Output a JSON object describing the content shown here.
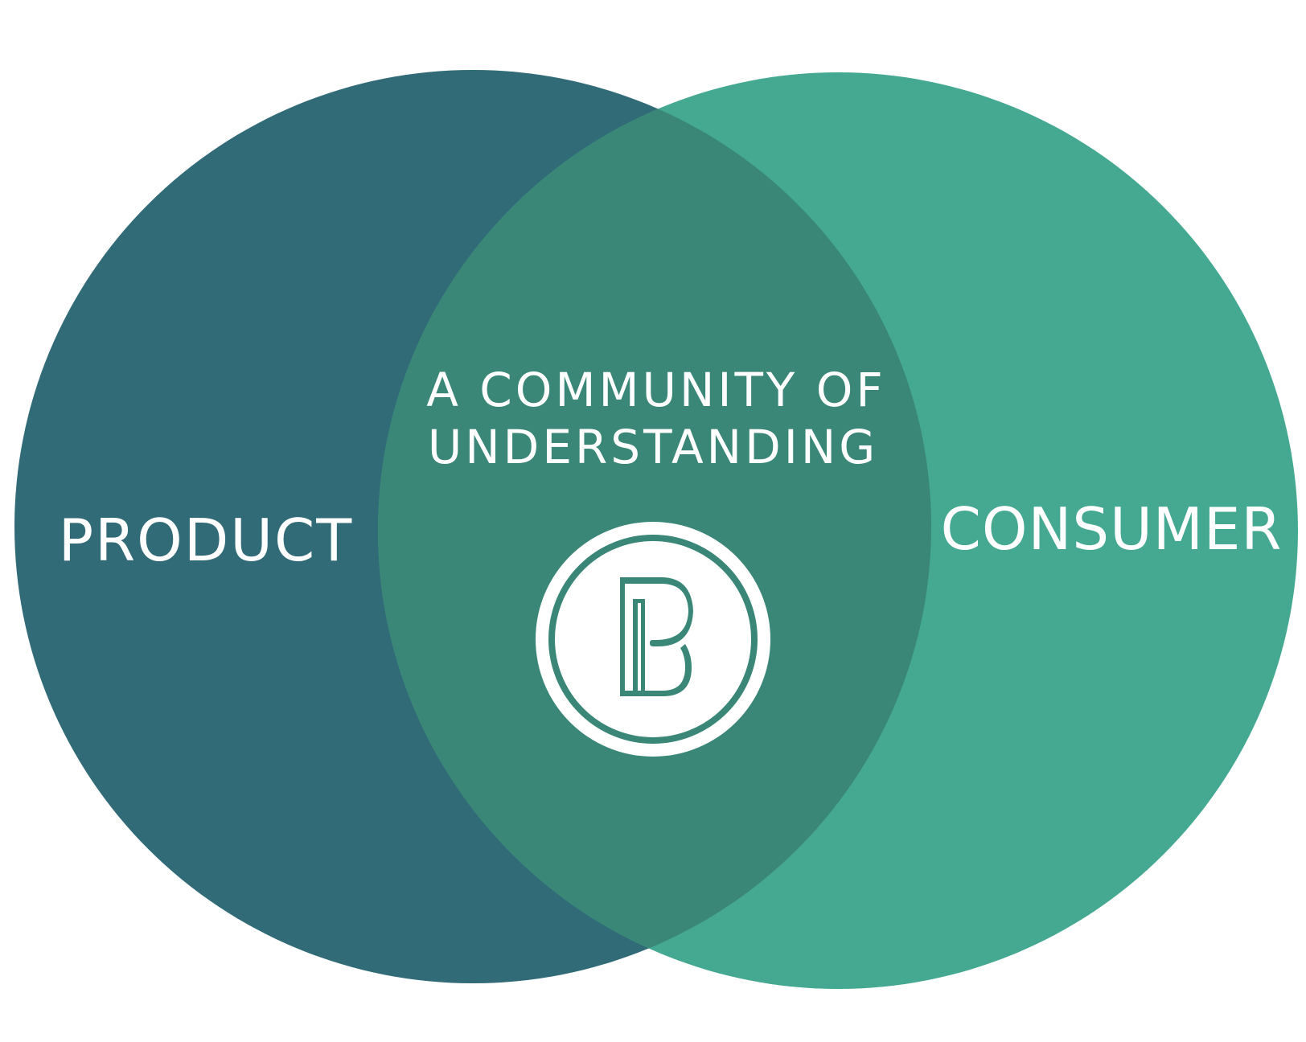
{
  "diagram": {
    "type": "venn",
    "left_circle": {
      "label": "PRODUCT",
      "color": "#316B77"
    },
    "right_circle": {
      "label": "CONSUMER",
      "color": "#44A990"
    },
    "intersection": {
      "line1": "A COMMUNITY OF",
      "line2": "UNDERSTANDING",
      "color": "#3A8777"
    },
    "logo": {
      "icon": "b-monogram-logo-icon",
      "color": "#ffffff"
    }
  }
}
